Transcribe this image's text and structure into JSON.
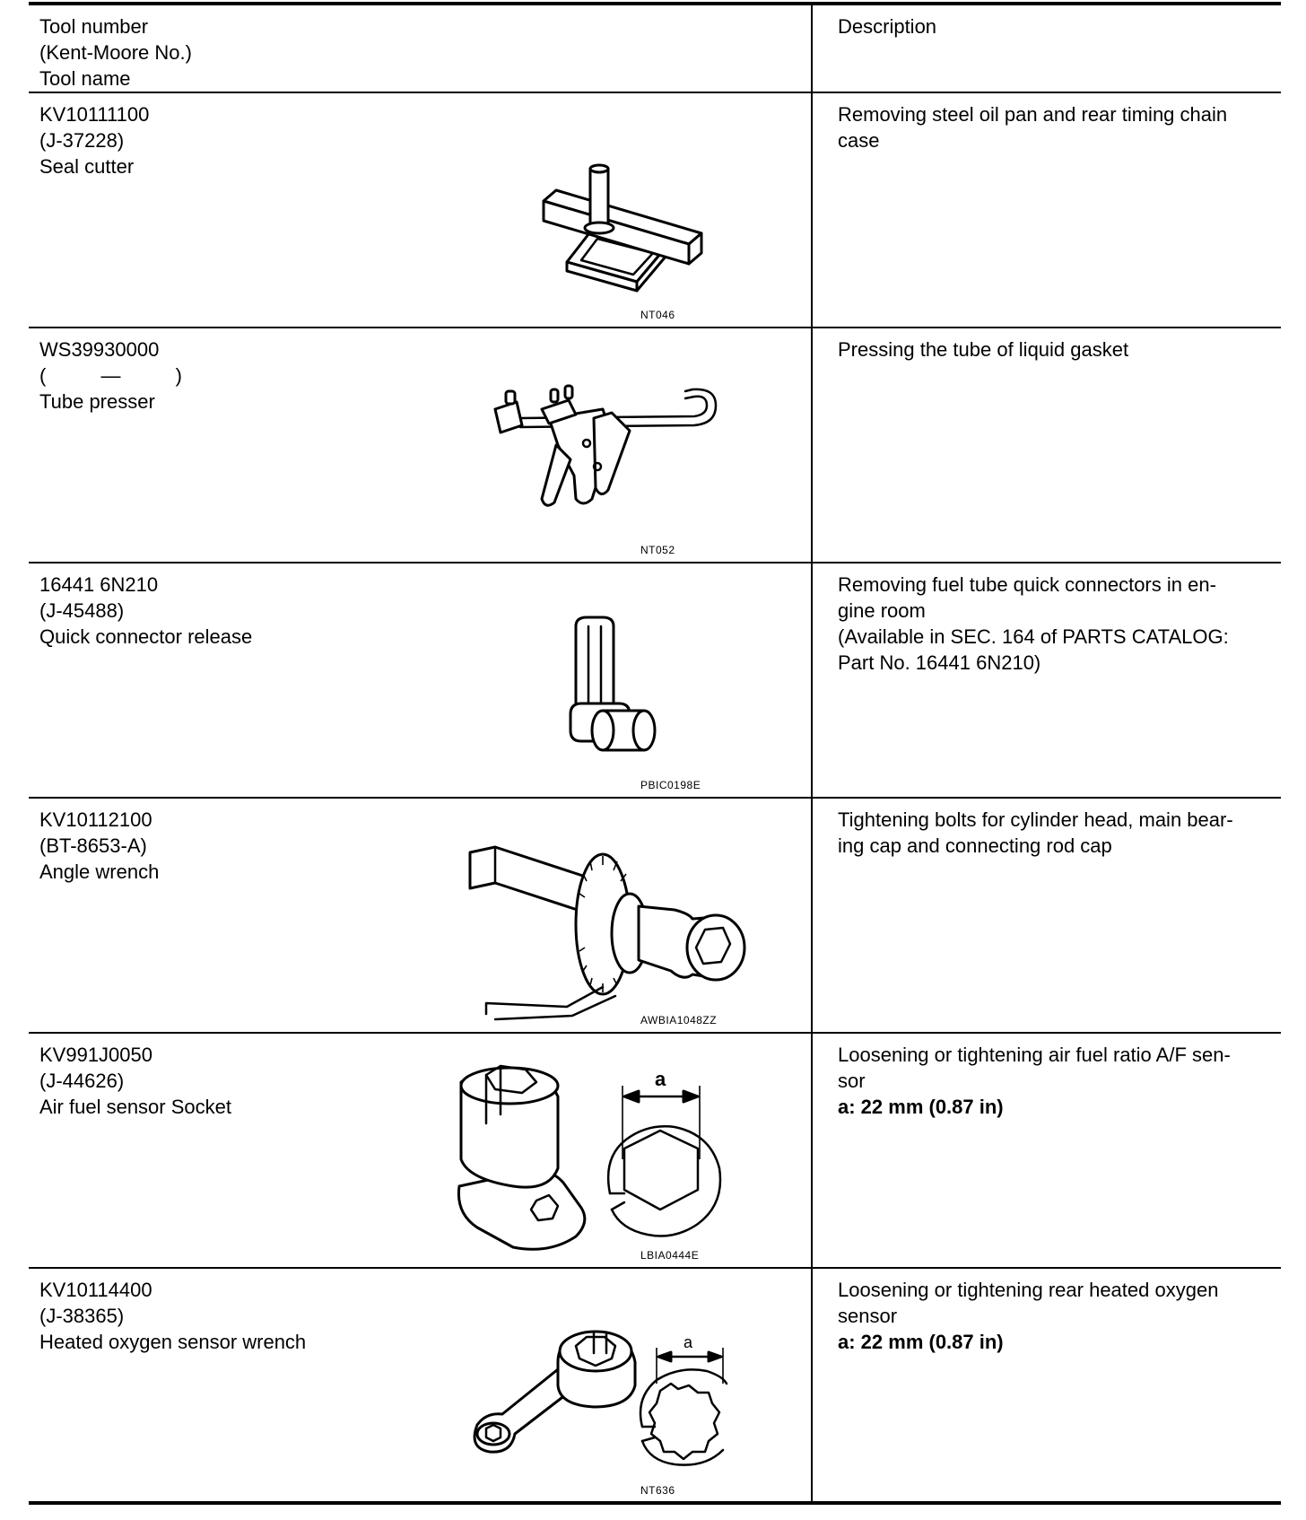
{
  "header": {
    "col1_lines": [
      "Tool number",
      "(Kent-Moore No.)",
      "Tool name"
    ],
    "col2": "Description"
  },
  "tools": [
    {
      "tool_number": "KV10111100",
      "kent_moore": "(J-37228)",
      "name": "Seal cutter",
      "figure_code": "NT046",
      "figure_icon": "seal-cutter-illustration",
      "description": [
        "Removing steel oil pan and rear timing chain",
        "case"
      ],
      "spec": ""
    },
    {
      "tool_number": "WS39930000",
      "kent_moore": "(          —          )",
      "name": "Tube presser",
      "figure_code": "NT052",
      "figure_icon": "tube-presser-illustration",
      "description": [
        "Pressing the tube of liquid gasket"
      ],
      "spec": ""
    },
    {
      "tool_number": "16441 6N210",
      "kent_moore": "(J-45488)",
      "name": "Quick connector release",
      "figure_code": "PBIC0198E",
      "figure_icon": "quick-connector-release-illustration",
      "description": [
        "Removing fuel tube quick connectors in en-",
        "gine room",
        "(Available in SEC. 164 of PARTS CATALOG:",
        "Part No. 16441 6N210)"
      ],
      "spec": ""
    },
    {
      "tool_number": "KV10112100",
      "kent_moore": "(BT-8653-A)",
      "name": "Angle wrench",
      "figure_code": "AWBIA1048ZZ",
      "figure_icon": "angle-wrench-illustration",
      "description": [
        "Tightening bolts for cylinder head, main bear-",
        "ing cap and connecting rod cap"
      ],
      "spec": ""
    },
    {
      "tool_number": "KV991J0050",
      "kent_moore": "(J-44626)",
      "name": "Air fuel sensor Socket",
      "figure_code": "LBIA0444E",
      "figure_icon": "air-fuel-sensor-socket-illustration",
      "figure_label": "a",
      "description": [
        "Loosening or tightening air fuel ratio A/F sen-",
        "sor"
      ],
      "spec": "a: 22 mm (0.87 in)"
    },
    {
      "tool_number": "KV10114400",
      "kent_moore": "(J-38365)",
      "name": "Heated oxygen sensor wrench",
      "figure_code": "NT636",
      "figure_icon": "heated-oxygen-sensor-wrench-illustration",
      "figure_label": "a",
      "description": [
        "Loosening or tightening rear heated oxygen",
        "sensor"
      ],
      "spec": "a: 22 mm (0.87 in)"
    }
  ]
}
